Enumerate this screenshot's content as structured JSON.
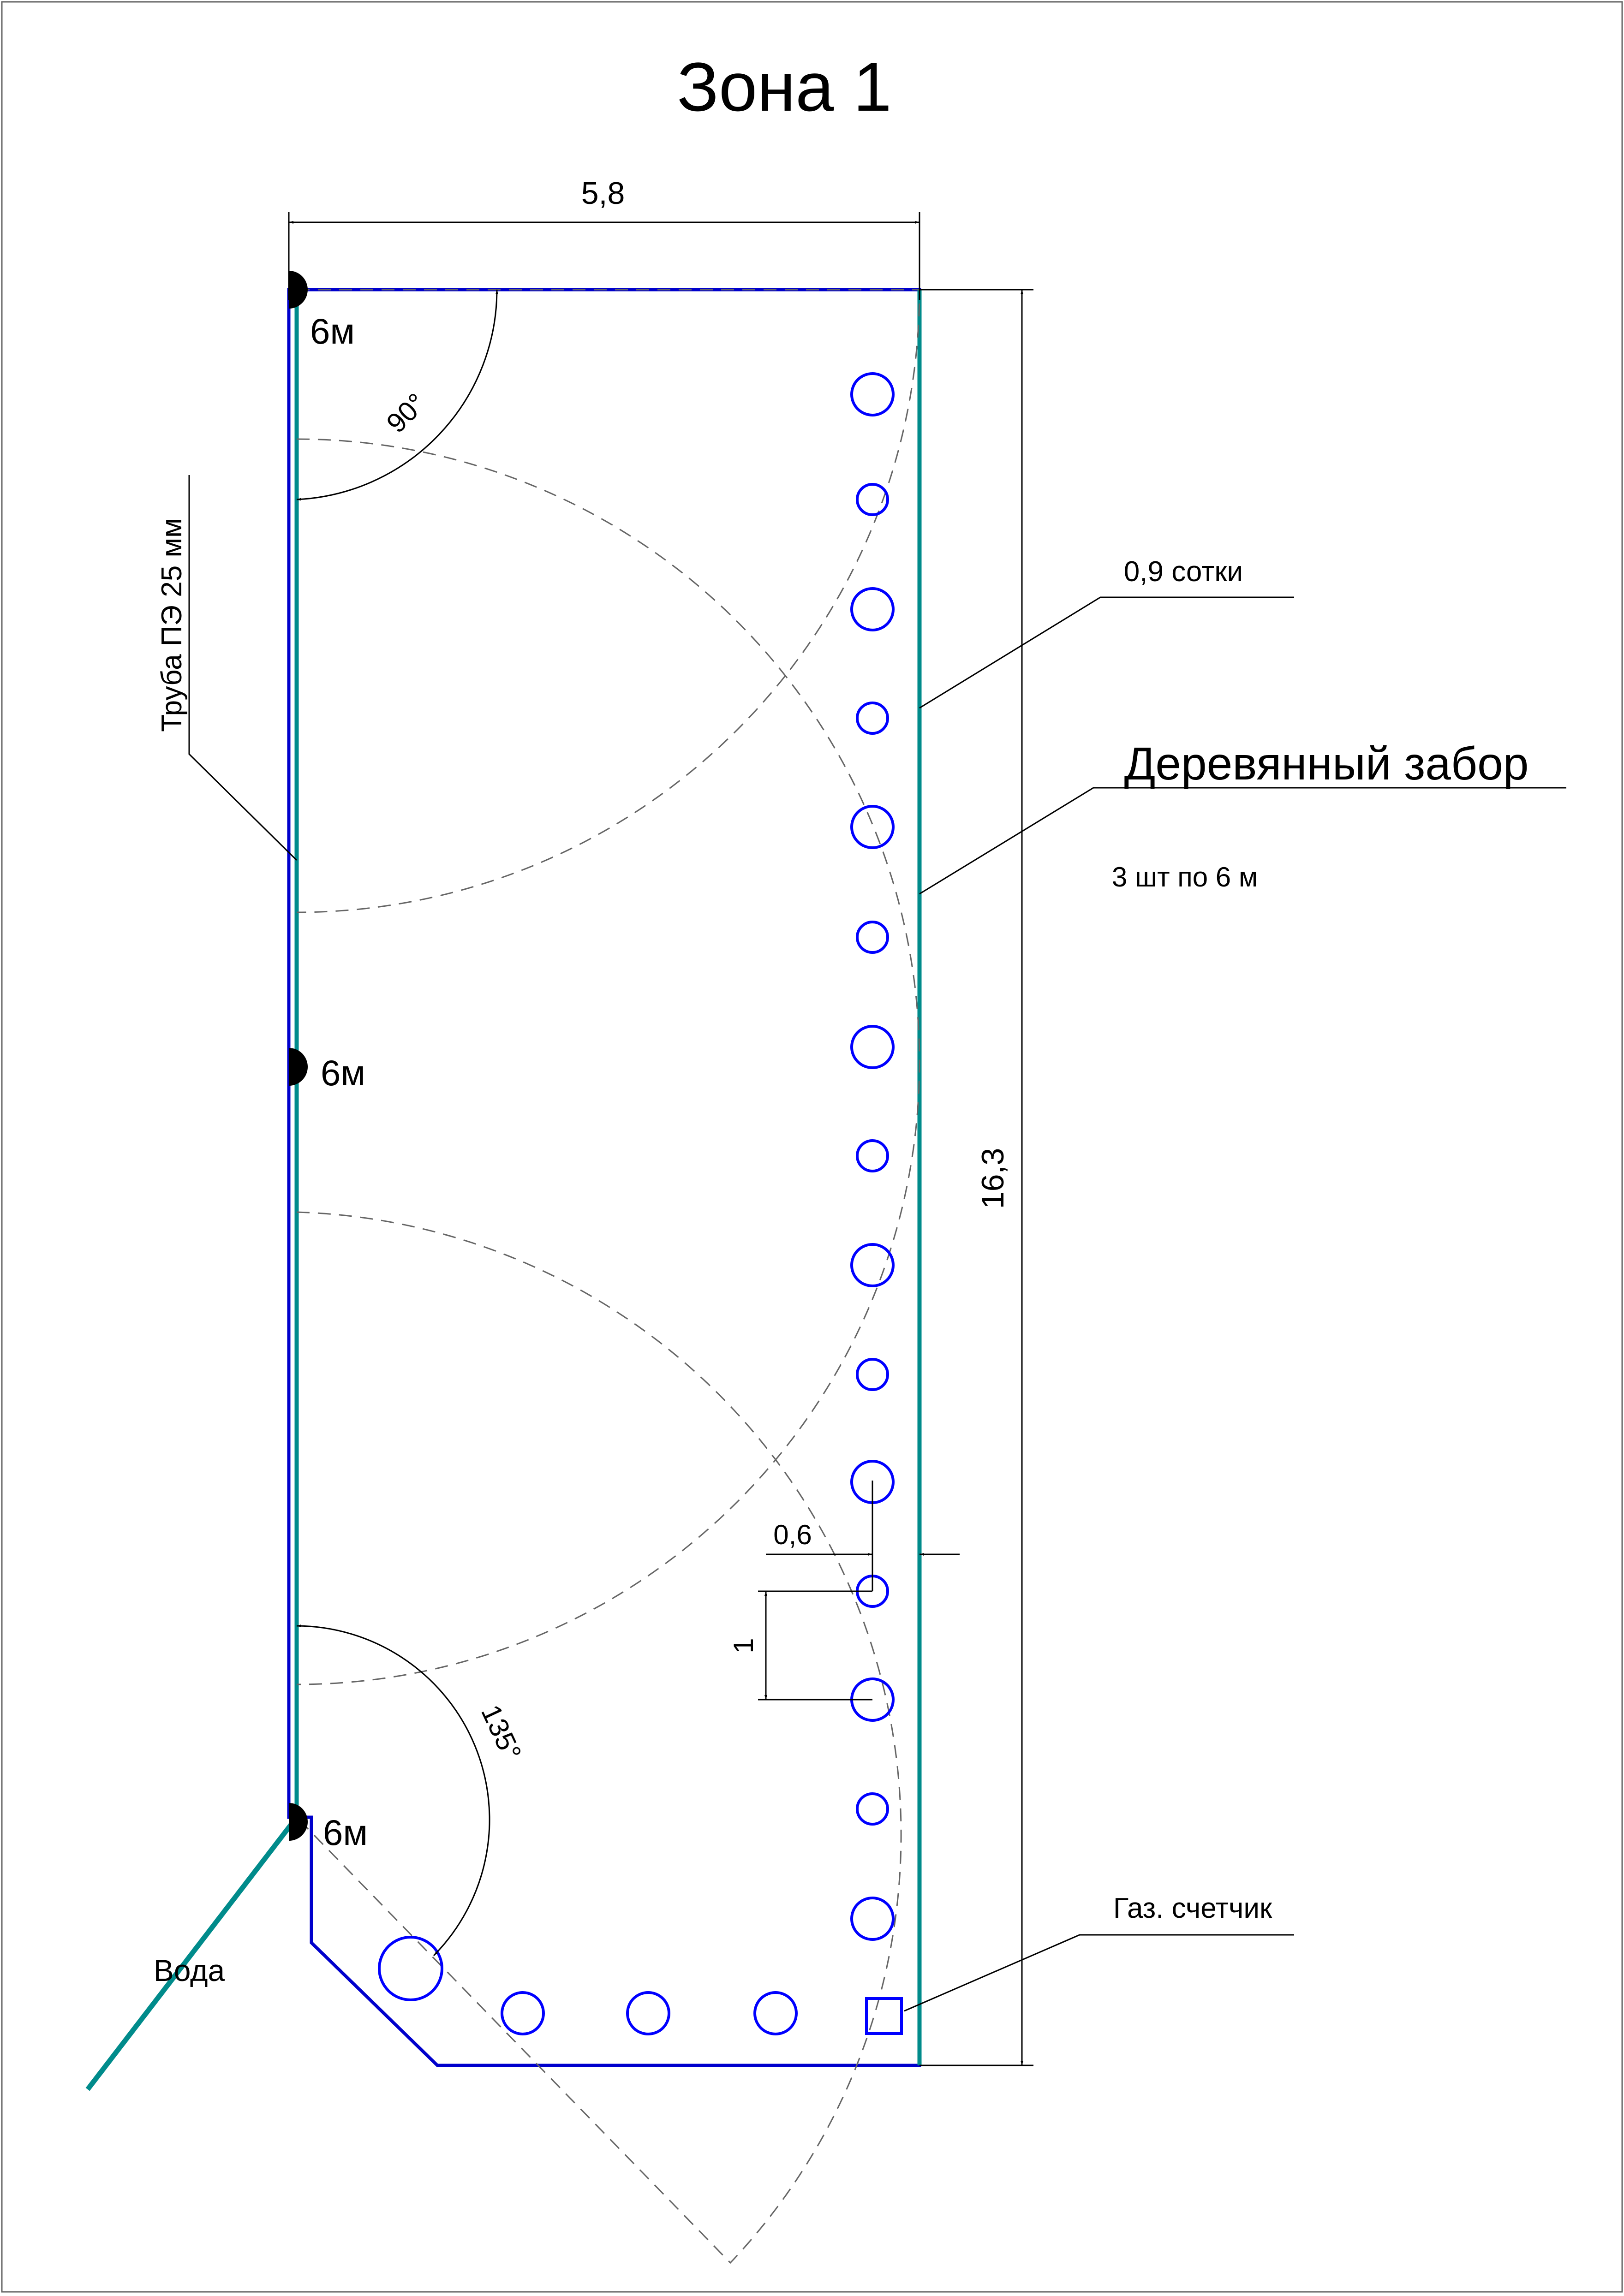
{
  "title": "Зона 1",
  "dimensions": {
    "width_label": "5,8",
    "height_label": "16,3",
    "spacing_label": "1",
    "offset_label": "0,6"
  },
  "angles": {
    "top": "90°",
    "bottom": "135°"
  },
  "sprinklers": {
    "top_label": "6м",
    "middle_label": "6м",
    "bottom_label": "6м"
  },
  "labels": {
    "pipe": "Труба ПЭ 25 мм",
    "area": "0,9 сотки",
    "fence": "Деревянный забор",
    "fence_count": "3 шт по 6 м",
    "gas_meter": "Газ. счетчик",
    "water": "Вода"
  },
  "colors": {
    "outline": "#0000cc",
    "pipe": "#008b8b",
    "plants": "#0000ff",
    "lines": "#000000"
  }
}
